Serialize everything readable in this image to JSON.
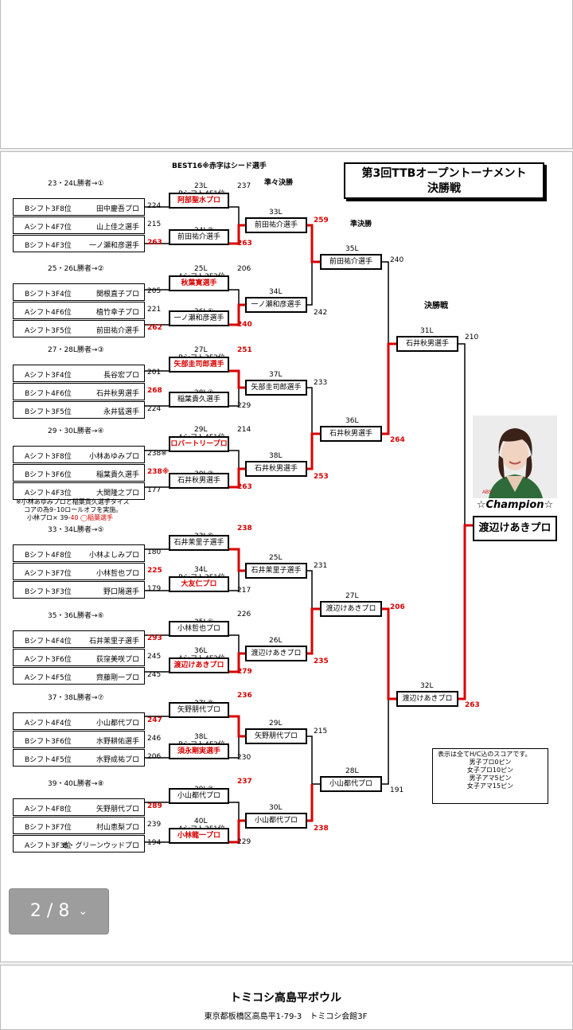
{
  "header": {
    "best16": "BEST16※赤字はシード選手",
    "qf": "準々決勝",
    "sf": "準決勝",
    "final": "決勝戦"
  },
  "title": {
    "line1": "第3回TTBオープントーナメント",
    "line2": "決勝戦"
  },
  "groups": [
    {
      "label": "23・24L勝者→①",
      "rows": [
        {
          "s": "Bシフト3F8位",
          "n": "田中慶吾プロ",
          "score": "224",
          "red": false
        },
        {
          "s": "Aシフト4F7位",
          "n": "山上佳之選手",
          "score": "215",
          "red": false
        },
        {
          "s": "Bシフト4F3位",
          "n": "一ノ瀬和彦選手",
          "score": "263",
          "red": true
        }
      ]
    },
    {
      "label": "25・26L勝者→②",
      "rows": [
        {
          "s": "Bシフト3F4位",
          "n": "関根直子プロ",
          "score": "205",
          "red": false
        },
        {
          "s": "Aシフト4F6位",
          "n": "植竹幸子プロ",
          "score": "221",
          "red": false
        },
        {
          "s": "Aシフト3F5位",
          "n": "前田祐介選手",
          "score": "262",
          "red": true
        }
      ]
    },
    {
      "label": "27・28L勝者→③",
      "rows": [
        {
          "s": "Aシフト3F4位",
          "n": "長谷宏プロ",
          "score": "201",
          "red": false
        },
        {
          "s": "Bシフト4F6位",
          "n": "石井秋男選手",
          "score": "268",
          "red": true
        },
        {
          "s": "Bシフト3F5位",
          "n": "永井猛選手",
          "score": "224",
          "red": false
        }
      ]
    },
    {
      "label": "29・30L勝者→④",
      "rows": [
        {
          "s": "Aシフト3F8位",
          "n": "小林あゆみプロ",
          "score": "238※",
          "red": false
        },
        {
          "s": "Bシフト3F6位",
          "n": "稲葉貴久選手",
          "score": "238※",
          "red": true
        },
        {
          "s": "Aシフト4F3位",
          "n": "大関隆之プロ",
          "score": "177",
          "red": false
        }
      ]
    },
    {
      "label": "33・34L勝者→⑤",
      "rows": [
        {
          "s": "Bシフト4F8位",
          "n": "小林よしみプロ",
          "score": "180",
          "red": false
        },
        {
          "s": "Aシフト3F7位",
          "n": "小林哲也プロ",
          "score": "225",
          "red": true
        },
        {
          "s": "Bシフト3F3位",
          "n": "野口陽選手",
          "score": "179",
          "red": false
        }
      ]
    },
    {
      "label": "35・36L勝者→⑥",
      "rows": [
        {
          "s": "Bシフト4F4位",
          "n": "石井茉里子選手",
          "score": "293",
          "red": true
        },
        {
          "s": "Aシフト3F6位",
          "n": "荻窪美咲プロ",
          "score": "245",
          "red": false
        },
        {
          "s": "Aシフト4F5位",
          "n": "齊藤剛一プロ",
          "score": "245",
          "red": false
        }
      ]
    },
    {
      "label": "37・38L勝者→⑦",
      "rows": [
        {
          "s": "Aシフト4F4位",
          "n": "小山都代プロ",
          "score": "247",
          "red": true
        },
        {
          "s": "Bシフト3F6位",
          "n": "水野耕佑選手",
          "score": "246",
          "red": false
        },
        {
          "s": "Bシフト4F5位",
          "n": "水野成祐プロ",
          "score": "206",
          "red": false
        }
      ]
    },
    {
      "label": "39・40L勝者→⑧",
      "rows": [
        {
          "s": "Aシフト4F8位",
          "n": "矢野朋代プロ",
          "score": "289",
          "red": true
        },
        {
          "s": "Bシフト3F7位",
          "n": "村山恵梨プロ",
          "score": "239",
          "red": false
        },
        {
          "s": "Aシフト3F3位",
          "n": "B・グリーンウッドプロ",
          "score": "194",
          "red": false
        }
      ]
    }
  ],
  "tiebreak": {
    "line1": "※小林あゆみプロと稲葉貴久選手タイス",
    "line2": "コアの為9･10ロールオフを実施。",
    "line3a": "小林プロ×  39-",
    "line3b": "40  ◯稲葉選手"
  },
  "r16": [
    {
      "lane": "23L",
      "sub": "Bシフト4F1位",
      "name": "阿部聖水プロ",
      "score": "237",
      "red": true,
      "scorered": false
    },
    {
      "lane": "24L②",
      "sub": "",
      "name": "前田祐介選手",
      "score": "263",
      "red": false,
      "scorered": true
    },
    {
      "lane": "25L",
      "sub": "Aシフト3F2位",
      "name": "秋葉寛選手",
      "score": "206",
      "red": true,
      "scorered": false
    },
    {
      "lane": "26L①",
      "sub": "",
      "name": "一ノ瀬和彦選手",
      "score": "240",
      "red": false,
      "scorered": true
    },
    {
      "lane": "27L",
      "sub": "Bシフト3F2位",
      "name": "矢部圭司郎選手",
      "score": "251",
      "red": true,
      "scorered": true
    },
    {
      "lane": "28L④",
      "sub": "",
      "name": "稲葉貴久選手",
      "score": "229",
      "red": false,
      "scorered": false
    },
    {
      "lane": "29L",
      "sub": "Aシフト4F1位",
      "name": "ロバートリープロ",
      "score": "214",
      "red": true,
      "scorered": false
    },
    {
      "lane": "30L③",
      "sub": "",
      "name": "石井秋男選手",
      "score": "263",
      "red": false,
      "scorered": true
    },
    {
      "lane": "33L⑥",
      "sub": "",
      "name": "石井茉里子選手",
      "score": "238",
      "red": false,
      "scorered": true
    },
    {
      "lane": "34L",
      "sub": "Bシフト3F1位",
      "name": "大友仁プロ",
      "score": "217",
      "red": true,
      "scorered": false
    },
    {
      "lane": "35L⑤",
      "sub": "",
      "name": "小林哲也プロ",
      "score": "226",
      "red": false,
      "scorered": false
    },
    {
      "lane": "36L",
      "sub": "Aシフト4F2位",
      "name": "渡辺けあきプロ",
      "score": "279",
      "red": true,
      "scorered": true
    },
    {
      "lane": "37L⑧",
      "sub": "",
      "name": "矢野朋代プロ",
      "score": "236",
      "red": false,
      "scorered": true
    },
    {
      "lane": "38L",
      "sub": "Bシフト4F2位",
      "name": "須永剛実選手",
      "score": "230",
      "red": true,
      "scorered": false
    },
    {
      "lane": "39L⑦",
      "sub": "",
      "name": "小山都代プロ",
      "score": "237",
      "red": false,
      "scorered": true
    },
    {
      "lane": "40L",
      "sub": "Aシフト3F1位",
      "name": "小林龍一プロ",
      "score": "229",
      "red": true,
      "scorered": false
    }
  ],
  "qf": [
    {
      "lane": "33L",
      "name": "前田祐介選手",
      "score": "259",
      "red": true
    },
    {
      "lane": "34L",
      "name": "一ノ瀬和彦選手",
      "score": "242",
      "red": false
    },
    {
      "lane": "37L",
      "name": "矢部圭司郎選手",
      "score": "233",
      "red": false
    },
    {
      "lane": "38L",
      "name": "石井秋男選手",
      "score": "253",
      "red": true
    },
    {
      "lane": "25L",
      "name": "石井茉里子選手",
      "score": "231",
      "red": false
    },
    {
      "lane": "26L",
      "name": "渡辺けあきプロ",
      "score": "235",
      "red": true
    },
    {
      "lane": "29L",
      "name": "矢野朋代プロ",
      "score": "215",
      "red": false
    },
    {
      "lane": "30L",
      "name": "小山都代プロ",
      "score": "238",
      "red": true
    }
  ],
  "sf": [
    {
      "lane": "35L",
      "name": "前田祐介選手",
      "score": "240",
      "red": false
    },
    {
      "lane": "36L",
      "name": "石井秋男選手",
      "score": "264",
      "red": true
    },
    {
      "lane": "27L",
      "name": "渡辺けあきプロ",
      "score": "206",
      "red": true
    },
    {
      "lane": "28L",
      "name": "小山都代プロ",
      "score": "191",
      "red": false
    }
  ],
  "finals": [
    {
      "lane": "31L",
      "name": "石井秋男選手",
      "score": "210",
      "red": false
    },
    {
      "lane": "32L",
      "name": "渡辺けあきプロ",
      "score": "263",
      "red": true
    }
  ],
  "champion": {
    "label": "☆Champion☆",
    "name": "渡辺けあきプロ"
  },
  "note": {
    "lines": [
      "表示は全てH/C込のスコアです。",
      "男子プロ0ピン",
      "女子プロ10ピン",
      "男子アマ5ピン",
      "女子アマ15ピン"
    ]
  },
  "pager": {
    "text": "2 / 8"
  },
  "footer": {
    "title": "トミコシ高島平ボウル",
    "address": "東京都板橋区高島平1-79-3　トミコシ会館3F"
  },
  "colors": {
    "winner_line": "#d80000",
    "text": "#000000",
    "card": "#ffffff"
  }
}
